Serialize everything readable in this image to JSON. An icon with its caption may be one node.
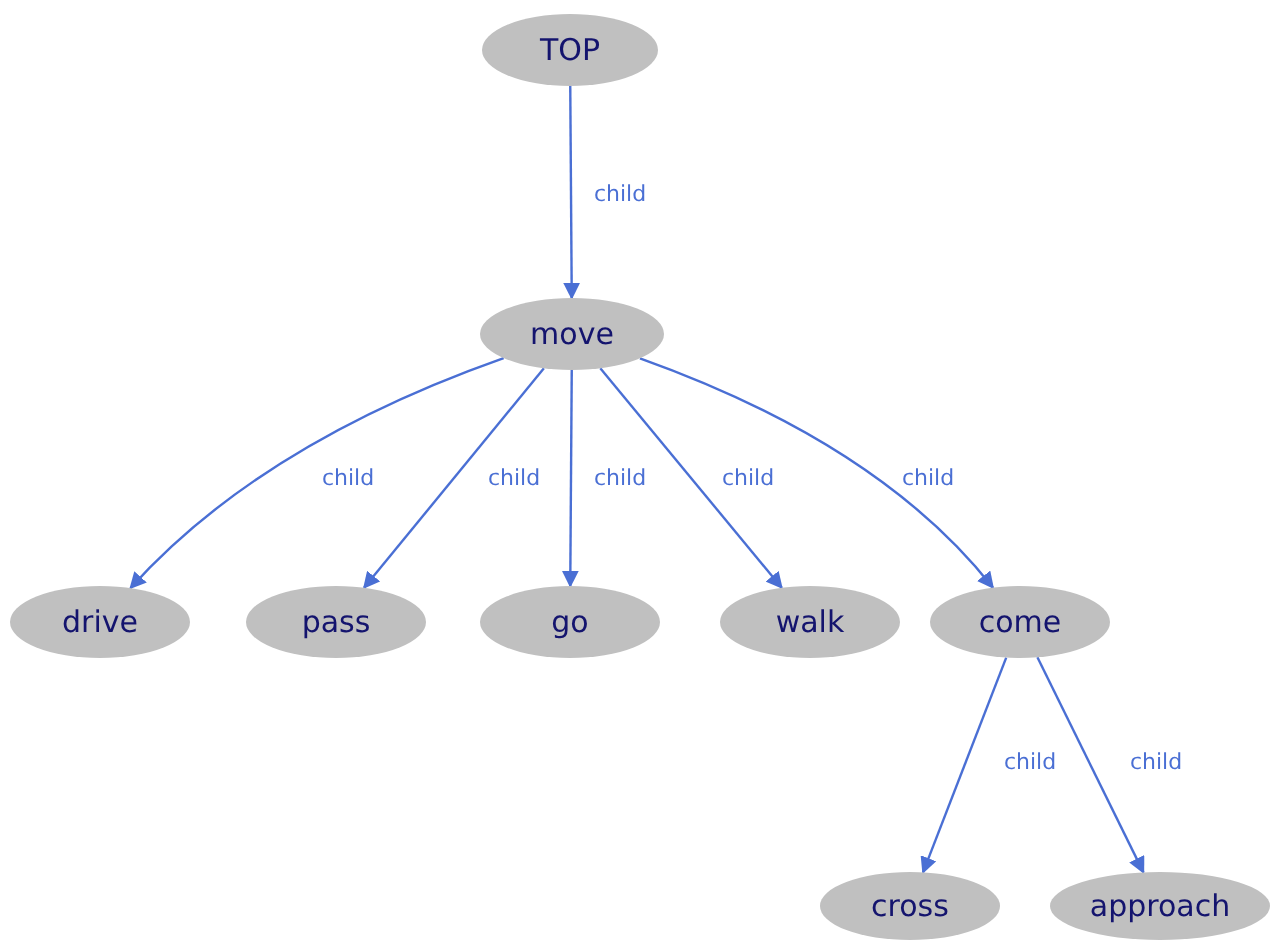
{
  "diagram": {
    "nodes": [
      {
        "text": [
          "TOP"
        ]
      },
      {
        "text": [
          "move"
        ]
      },
      {
        "text": [
          "drive"
        ]
      },
      {
        "text": [
          "pass"
        ]
      },
      {
        "text": [
          "go"
        ]
      },
      {
        "text": [
          "walk"
        ]
      },
      {
        "text": [
          "come"
        ]
      },
      {
        "text": [
          "cross"
        ]
      },
      {
        "text": [
          "approach"
        ]
      }
    ],
    "edges": [
      {
        "from": 0,
        "to": 1,
        "arrow": "to",
        "label": "child"
      },
      {
        "from": 1,
        "to": 2,
        "arrow": "to",
        "label": "child"
      },
      {
        "from": 1,
        "to": 3,
        "arrow": "to",
        "label": "child"
      },
      {
        "from": 1,
        "to": 4,
        "arrow": "to",
        "label": "child"
      },
      {
        "from": 1,
        "to": 5,
        "arrow": "to",
        "label": "child"
      },
      {
        "from": 1,
        "to": 6,
        "arrow": "to",
        "label": "child"
      },
      {
        "from": 6,
        "to": 7,
        "arrow": "to",
        "label": "child"
      },
      {
        "from": 6,
        "to": 8,
        "arrow": "to",
        "label": "child"
      }
    ]
  }
}
